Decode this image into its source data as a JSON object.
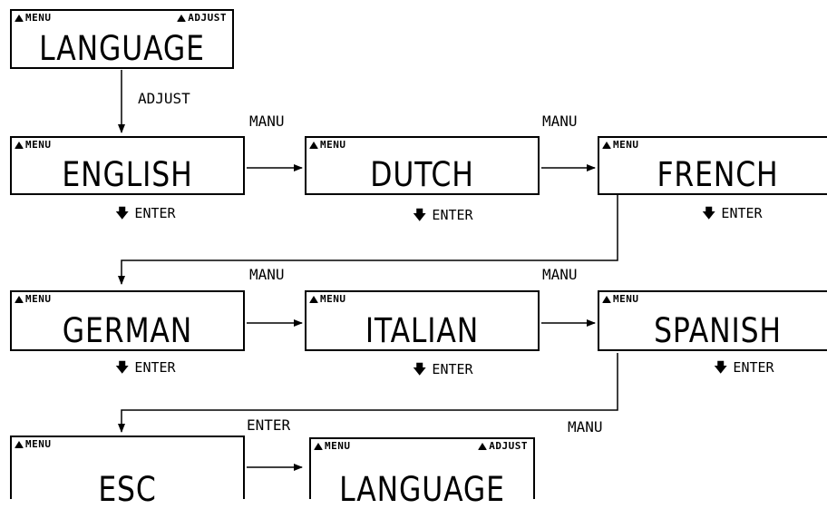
{
  "screens": {
    "top": {
      "menu": "MENU",
      "adjust": "ADJUST",
      "text": "LANGUAGE"
    },
    "english": {
      "menu": "MENU",
      "text": "ENGLISH"
    },
    "dutch": {
      "menu": "MENU",
      "text": "DUTCH"
    },
    "french": {
      "menu": "MENU",
      "text": "FRENCH"
    },
    "german": {
      "menu": "MENU",
      "text": "GERMAN"
    },
    "italian": {
      "menu": "MENU",
      "text": "ITALIAN"
    },
    "spanish": {
      "menu": "MENU",
      "text": "SPANISH"
    },
    "esc": {
      "menu": "MENU",
      "text": "ESC"
    },
    "bottom": {
      "menu": "MENU",
      "adjust": "ADJUST",
      "text": "LANGUAGE"
    }
  },
  "labels": {
    "adjust": "ADJUST",
    "manu_1": "MANU",
    "manu_2": "MANU",
    "manu_3": "MANU",
    "manu_4": "MANU",
    "manu_5": "MANU",
    "enter_esc": "ENTER",
    "enter": "ENTER"
  }
}
